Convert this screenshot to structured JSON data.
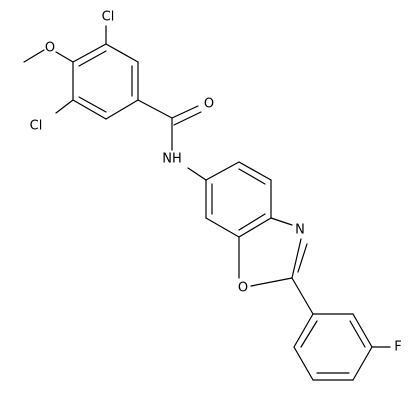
{
  "molecule": {
    "atom_labels": {
      "cl_top": "Cl",
      "cl_bottom": "Cl",
      "methoxy_o": "O",
      "carbonyl_o": "O",
      "amide_nh": "NH",
      "oxazole_n": "N",
      "oxazole_o": "O",
      "fluorine": "F"
    }
  }
}
